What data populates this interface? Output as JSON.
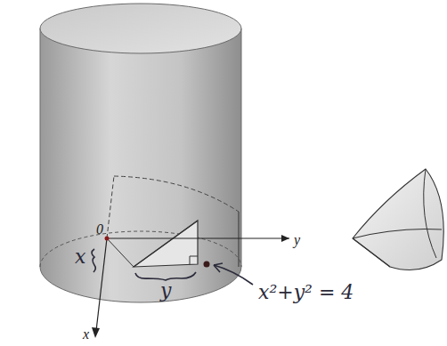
{
  "diagram": {
    "labels": [
      "0",
      "y",
      "x",
      "x",
      "y",
      "x²+y² = 4"
    ]
  }
}
